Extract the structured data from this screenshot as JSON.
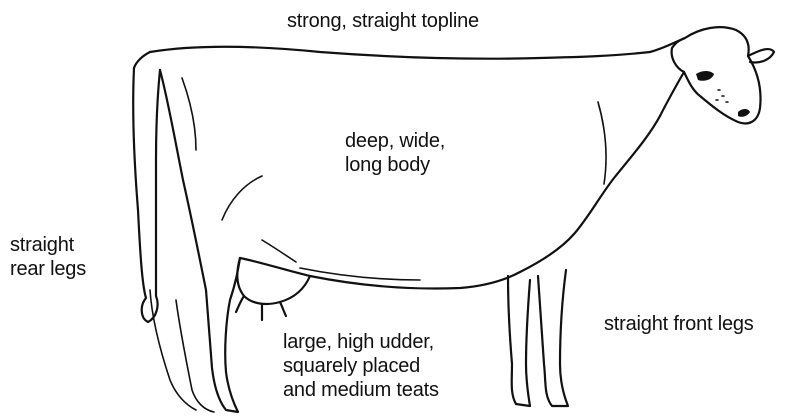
{
  "labels": {
    "topline": "strong, straight topline",
    "body": "deep, wide,\nlong body",
    "rear_legs": "straight\nrear legs",
    "front_legs": "straight front legs",
    "udder": "large, high udder,\nsquarely placed\nand medium teats"
  },
  "illustration": {
    "subject": "cow-line-drawing",
    "stroke_color": "#111111",
    "background": "#ffffff"
  }
}
